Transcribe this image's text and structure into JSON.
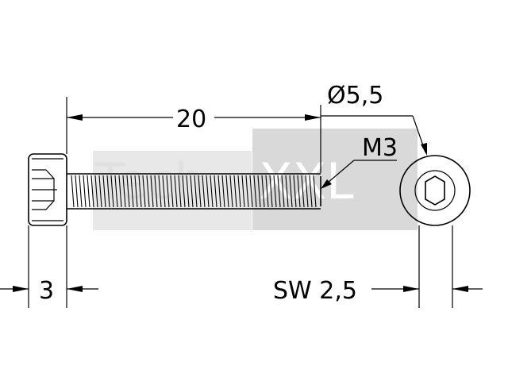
{
  "watermark": {
    "left_text": "Tech",
    "right_text": "XXL",
    "box_color": "#d9d9d9",
    "text_color_on_box": "#ffffff",
    "text_color": "#e2e2e2"
  },
  "dimensions": {
    "length": "20",
    "head_diameter": "Ø5,5",
    "thread": "M3",
    "head_height": "3",
    "wrench_size": "SW 2,5"
  },
  "colors": {
    "line": "#000000",
    "background": "#ffffff"
  },
  "icons": [
    "hex-socket-icon"
  ]
}
